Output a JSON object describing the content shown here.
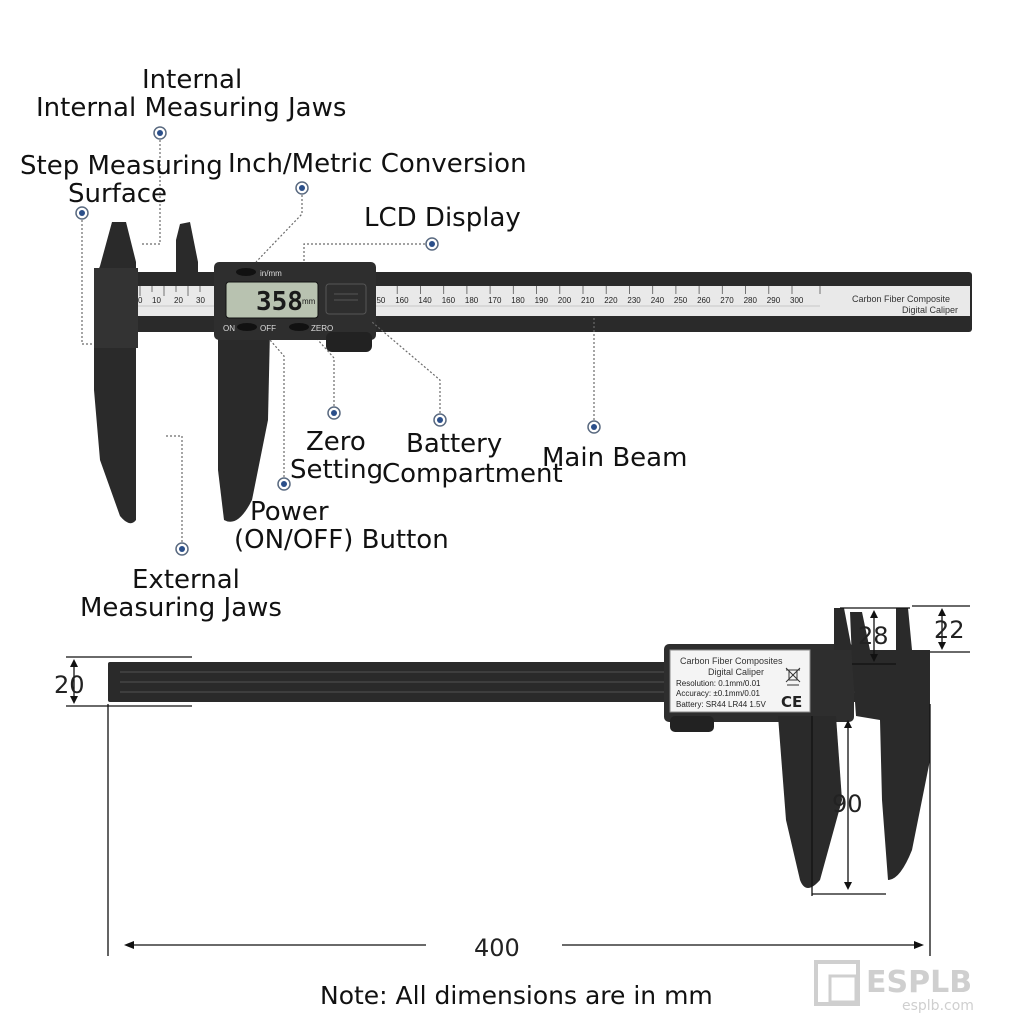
{
  "labels": {
    "internal_jaws_1": "Internal",
    "internal_jaws_2": "Internal Measuring Jaws",
    "step_surface_1": "Step Measuring",
    "step_surface_2": "Surface",
    "inch_metric": "Inch/Metric Conversion",
    "lcd_display": "LCD Display",
    "zero_setting_1": "Zero",
    "zero_setting_2": "Setting",
    "battery_1": "Battery",
    "battery_2": "Compartment",
    "main_beam": "Main Beam",
    "power_1": "Power",
    "power_2": "(ON/OFF) Button",
    "external_jaws_1": "External",
    "external_jaws_2": "Measuring Jaws"
  },
  "device": {
    "lcd_value": "358",
    "lcd_unit": "mm",
    "button_top": "in/mm",
    "button_on": "ON",
    "button_off": "OFF",
    "button_zero": "ZERO",
    "beam_text_1": "Carbon Fiber Composite",
    "beam_text_2": "Digital Caliper",
    "scale_ticks": [
      "150",
      "160",
      "140",
      "160",
      "180",
      "170",
      "180",
      "190",
      "200",
      "210",
      "220",
      "230",
      "240",
      "250",
      "260",
      "270",
      "280",
      "290",
      "300"
    ],
    "left_scale_ticks": [
      "0",
      "10",
      "20",
      "30"
    ],
    "label_plate": {
      "line1": "Carbon Fiber Composites",
      "line2": "Digital Caliper",
      "line3": "Resolution: 0.1mm/0.01",
      "line4": "Accuracy: ±0.1mm/0.01",
      "line5": "Battery: SR44 LR44 1.5V",
      "ce": "CE"
    }
  },
  "dimensions": {
    "thickness": "20",
    "inner_jaw": "28",
    "upper_jaw": "22",
    "jaw_depth": "90",
    "length": "400"
  },
  "note": "Note: All dimensions are in mm",
  "logo": {
    "name": "ESPLB",
    "url": "esplb.com"
  }
}
